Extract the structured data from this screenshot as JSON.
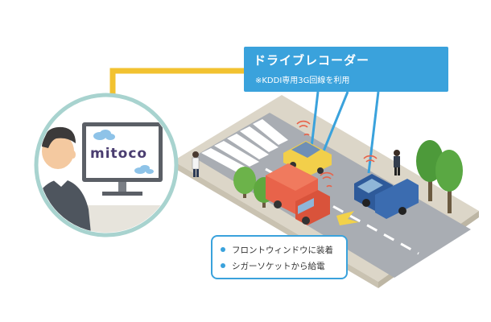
{
  "callout": {
    "title": "ドライブレコーダー",
    "note": "※KDDI専用3G回線を利用"
  },
  "info": {
    "items": [
      "フロントウィンドウに装着",
      "シガーソケットから給電"
    ]
  },
  "monitor": {
    "logo": "mitoco"
  },
  "colors": {
    "callout_blue": "#3aa2dc",
    "arrow_yellow": "#f2c230",
    "road": "#a9adb3",
    "sidewalk": "#e2ddd2",
    "grass": "#d9d3c3",
    "circle_border": "#a8d3cf",
    "truck_red": "#e8634a",
    "truck_blue": "#2e5a9a",
    "car_yellow": "#f2cf4a"
  }
}
